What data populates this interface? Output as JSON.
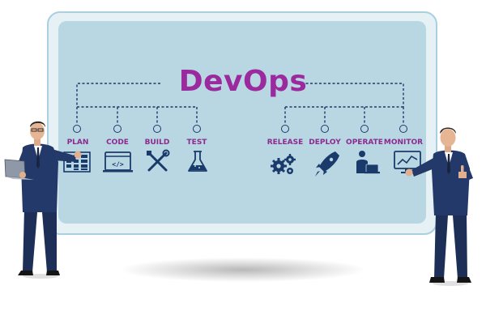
{
  "title": "DevOps",
  "left_stages": [
    {
      "label": "PLAN",
      "icon": "kanban-board-icon"
    },
    {
      "label": "CODE",
      "icon": "code-window-icon"
    },
    {
      "label": "BUILD",
      "icon": "tools-icon"
    },
    {
      "label": "TEST",
      "icon": "flask-icon"
    }
  ],
  "right_stages": [
    {
      "label": "RELEASE",
      "icon": "gears-icon"
    },
    {
      "label": "DEPLOY",
      "icon": "rocket-icon"
    },
    {
      "label": "OPERATE",
      "icon": "person-laptop-icon"
    },
    {
      "label": "MONITOR",
      "icon": "monitor-chart-icon"
    }
  ],
  "colors": {
    "title": "#9a2a9d",
    "labels": "#8a2b8f",
    "icons": "#1a3a6b",
    "board": "#b9d7e2",
    "frame": "#e6f1f6"
  }
}
